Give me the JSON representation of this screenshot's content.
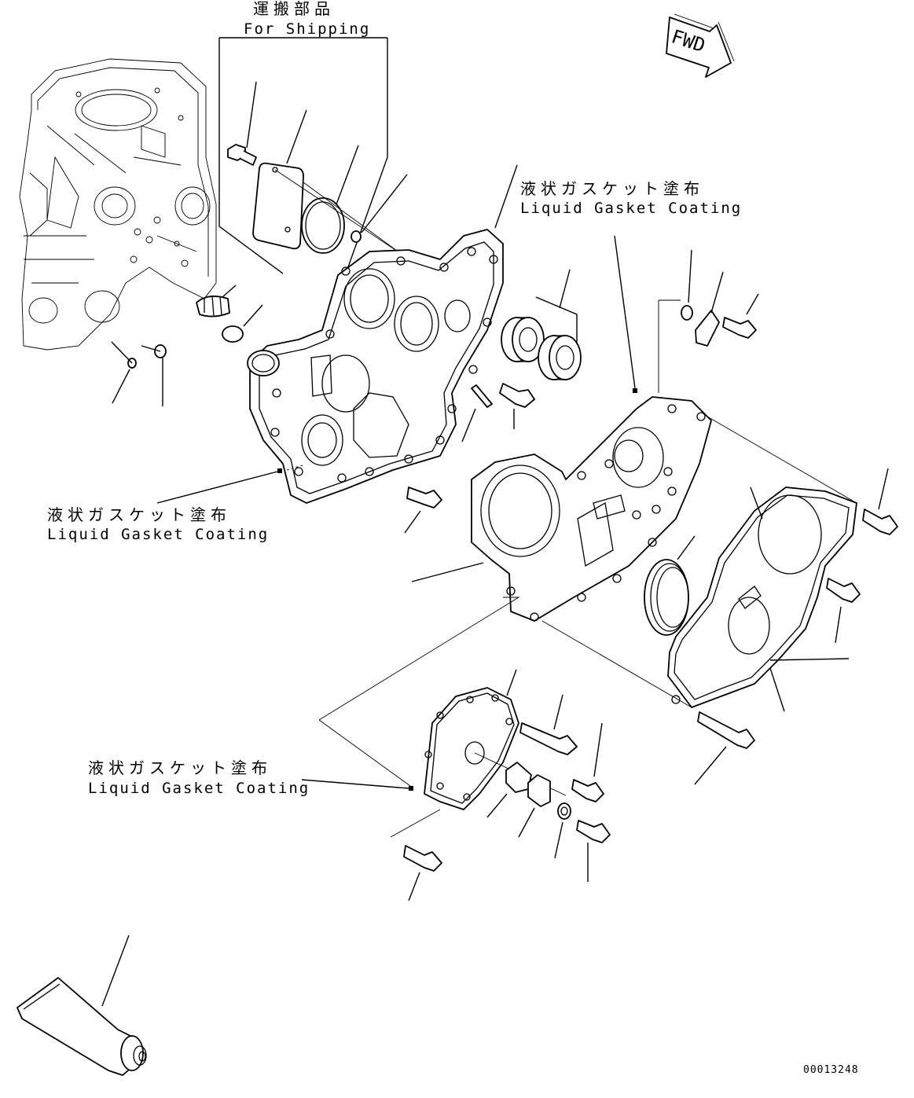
{
  "labels": {
    "shipping_jp": "運搬部品",
    "shipping_en": "For Shipping",
    "gasket_jp": "液状ガスケット塗布",
    "gasket_en": "Liquid Gasket Coating",
    "fwd": "FWD",
    "drawing_code": "00013248"
  },
  "colors": {
    "line": "#000000",
    "background": "#ffffff"
  }
}
